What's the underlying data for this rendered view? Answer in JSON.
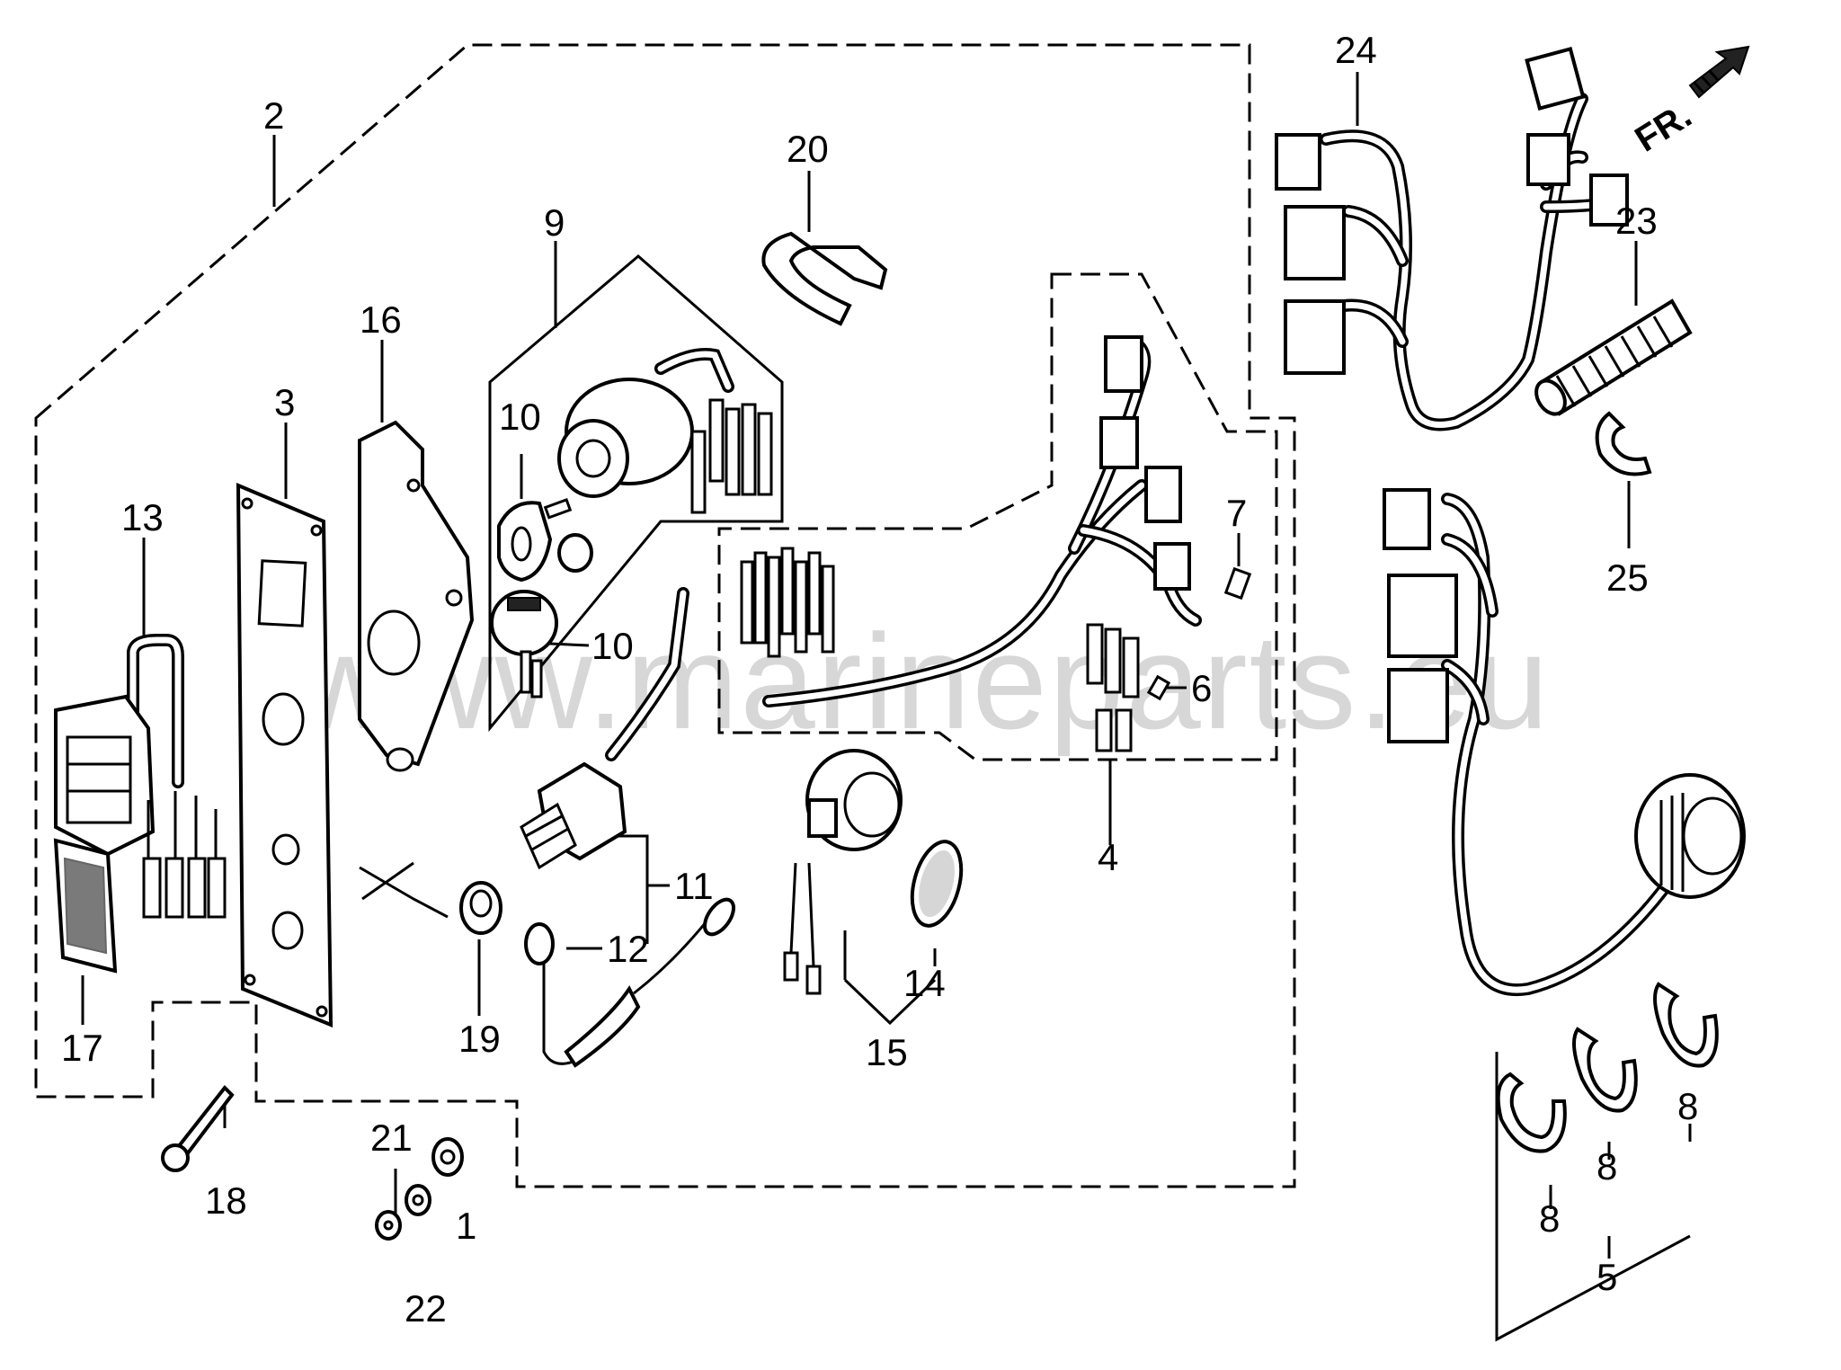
{
  "diagram": {
    "watermark": "www.marineparts.eu",
    "front_marker": "FR.",
    "callouts": {
      "c1": "1",
      "c2": "2",
      "c3": "3",
      "c4": "4",
      "c5": "5",
      "c6": "6",
      "c7": "7",
      "c8a": "8",
      "c8b": "8",
      "c8c": "8",
      "c9": "9",
      "c10a": "10",
      "c10b": "10",
      "c11": "11",
      "c12": "12",
      "c13": "13",
      "c14": "14",
      "c15": "15",
      "c16": "16",
      "c17": "17",
      "c18": "18",
      "c19": "19",
      "c20": "20",
      "c21": "21",
      "c22": "22",
      "c23": "23",
      "c24": "24",
      "c25": "25"
    }
  }
}
